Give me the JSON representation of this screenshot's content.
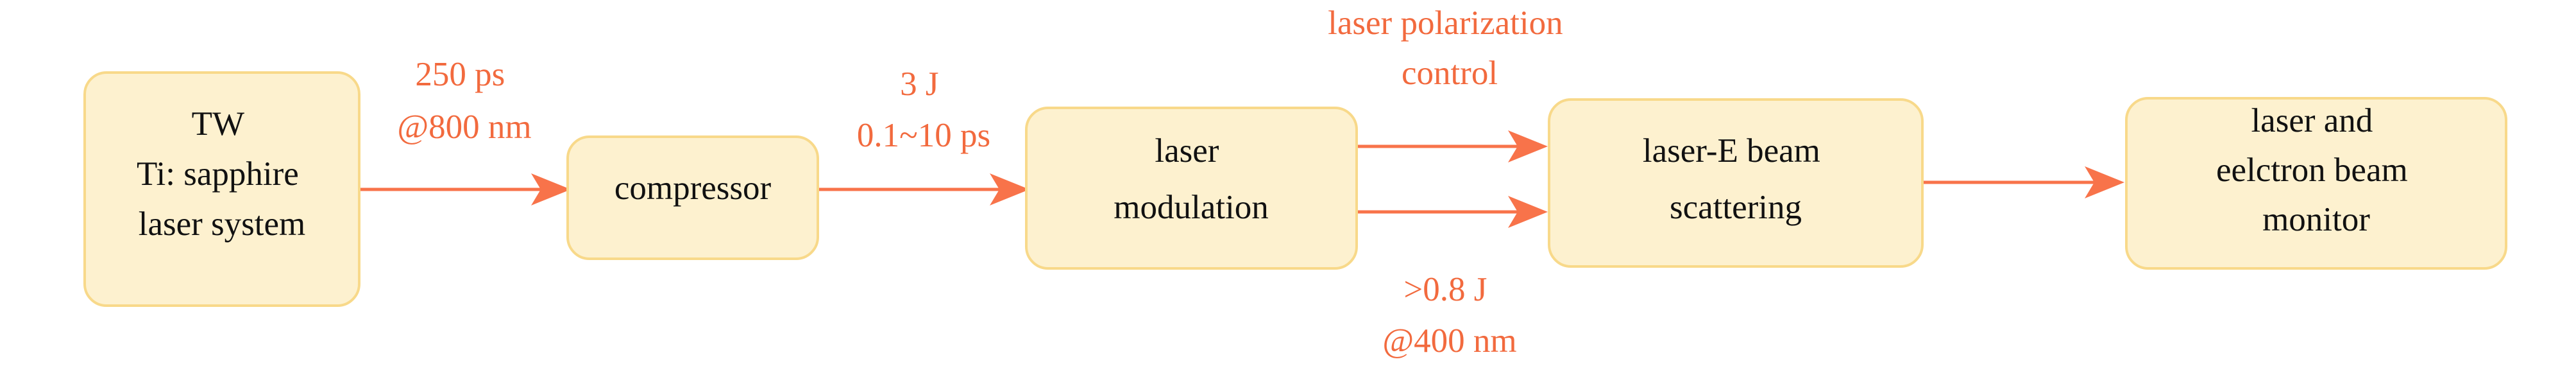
{
  "diagram": {
    "colors": {
      "box_fill": "#fdf1cf",
      "box_stroke": "#f8d98a",
      "arrow": "#f8734a",
      "label": "#f26a3e",
      "text": "#111111"
    },
    "nodes": [
      {
        "id": "laser-system",
        "lines": [
          "TW",
          "Ti: sapphire",
          "laser system"
        ]
      },
      {
        "id": "compressor",
        "lines": [
          "compressor"
        ]
      },
      {
        "id": "laser-modulation",
        "lines": [
          "laser",
          "modulation"
        ]
      },
      {
        "id": "scattering",
        "lines": [
          "laser-E beam",
          "scattering"
        ]
      },
      {
        "id": "monitor",
        "lines": [
          "laser and",
          "eelctron beam",
          "monitor"
        ]
      }
    ],
    "edges": [
      {
        "id": "edge-1",
        "from": "laser-system",
        "to": "compressor",
        "label_lines": [
          "250 ps",
          "@800 nm"
        ]
      },
      {
        "id": "edge-2",
        "from": "compressor",
        "to": "laser-modulation",
        "label_lines": [
          "3 J",
          "0.1~10 ps"
        ]
      },
      {
        "id": "edge-3",
        "from": "laser-modulation",
        "to": "scattering",
        "label_lines": [
          "laser polarization",
          "control"
        ]
      },
      {
        "id": "edge-4",
        "from": "laser-modulation",
        "to": "scattering",
        "label_lines": [
          ">0.8 J",
          "@400 nm"
        ]
      },
      {
        "id": "edge-5",
        "from": "scattering",
        "to": "monitor",
        "label_lines": []
      }
    ]
  }
}
